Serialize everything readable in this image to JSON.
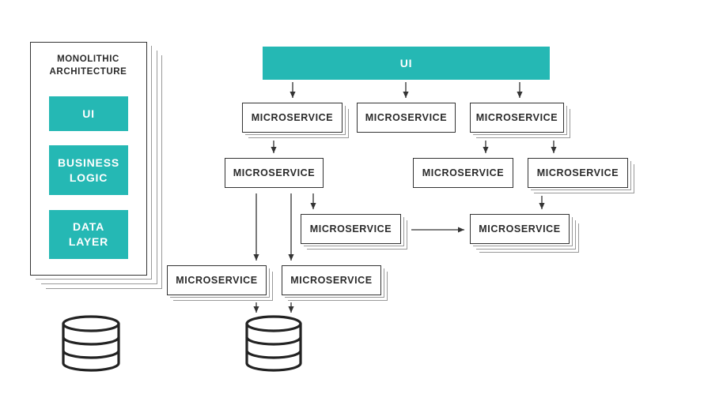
{
  "monolith": {
    "title_line1": "MONOLITHIC",
    "title_line2": "ARCHITECTURE",
    "layers": [
      "UI",
      "BUSINESS LOGIC",
      "DATA LAYER"
    ]
  },
  "microservices": {
    "ui_label": "UI",
    "service_label": "MICROSERVICE"
  },
  "colors": {
    "accent": "#25b8b4",
    "stroke": "#333333",
    "shadow": "#999999"
  }
}
